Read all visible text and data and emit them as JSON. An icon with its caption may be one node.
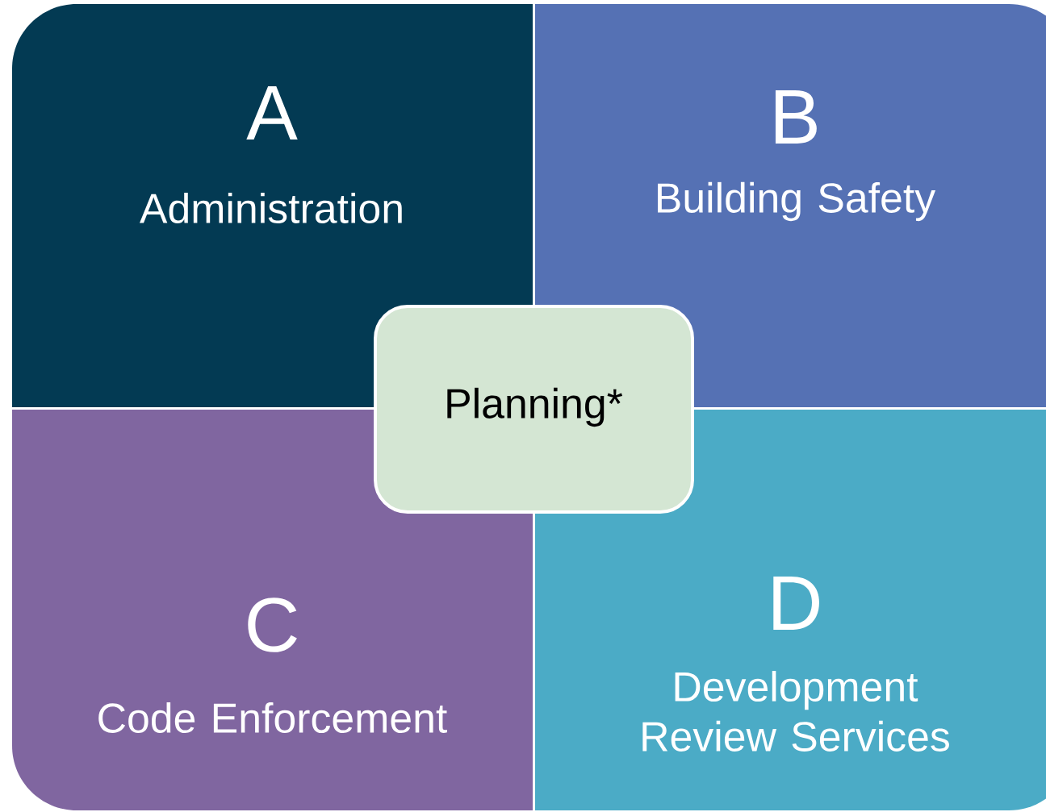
{
  "diagram": {
    "nodes": [
      {
        "text": [
          "A",
          "Administration"
        ]
      },
      {
        "text": [
          "B",
          "Building Safety"
        ]
      },
      {
        "text": [
          "C",
          "Code Enforcement"
        ]
      },
      {
        "text": [
          "D",
          "Development Review Services"
        ]
      },
      {
        "text": [
          "Planning*"
        ]
      }
    ]
  }
}
